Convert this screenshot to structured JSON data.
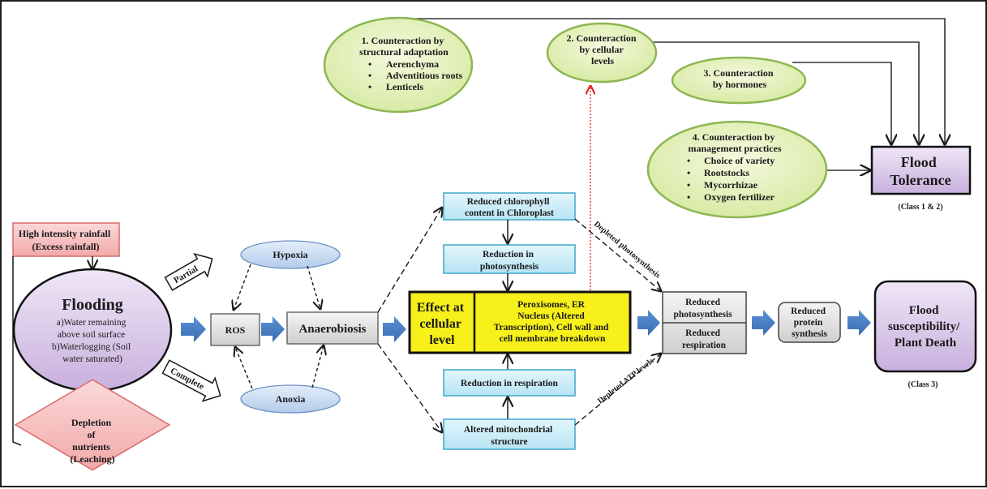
{
  "colors": {
    "green_fill": "#dfeeb0",
    "green_stroke": "#8db652",
    "purple_fill": "#e2d4ee",
    "purple_fill_end": "#c9b2de",
    "pink_fill": "#f6c1c1",
    "pink_stroke": "#d86a6a",
    "light_blue_fill": "#c9ecf7",
    "light_blue_stroke": "#3fa6c8",
    "gray_fill": "#e4e4e4",
    "yellow_fill": "#f7f01a",
    "blue_arrow": "#4a7fc2",
    "oval_blue_fill": "#c8daf0",
    "oval_blue_stroke": "#6b92c4",
    "red_dotted": "#e02020"
  },
  "counteractions": {
    "structural": {
      "title_lines": [
        "1. Counteraction by",
        "structural adaptation"
      ],
      "bullets": [
        "Aerenchyma",
        "Adventitious roots",
        "Lenticels"
      ]
    },
    "cellular": {
      "title_lines": [
        "2. Counteraction",
        "by cellular",
        "levels"
      ]
    },
    "hormones": {
      "title_lines": [
        "3. Counteraction",
        "by hormones"
      ]
    },
    "management": {
      "title_lines": [
        "4. Counteraction by",
        "management practices"
      ],
      "bullets": [
        "Choice of variety",
        "Rootstocks",
        "Mycorrhizae",
        "Oxygen fertilizer"
      ]
    }
  },
  "flood_tolerance": {
    "lines": [
      "Flood",
      "Tolerance"
    ],
    "class_label": "(Class 1 & 2)"
  },
  "causes": {
    "rainfall": [
      "High intensity rainfall",
      "(Excess rainfall)"
    ],
    "depletion": [
      "Depletion",
      "of",
      "nutrients",
      "(Leaching)"
    ]
  },
  "flooding": {
    "title": "Flooding",
    "lines": [
      "a)Water remaining",
      "above soil surface",
      "b)Waterlogging (Soil",
      "water saturated)"
    ]
  },
  "flood_types": {
    "partial": "Partial",
    "complete": "Complete"
  },
  "oxygen_states": {
    "hypoxia": "Hypoxia",
    "anoxia": "Anoxia"
  },
  "ros": "ROS",
  "anaerobiosis": "Anaerobiosis",
  "cellular_effects": {
    "chlorophyll": [
      "Reduced chlorophyll",
      "content in Chloroplast"
    ],
    "photosynthesis": [
      "Reduction in",
      "photosynthesis"
    ],
    "respiration": [
      "Reduction in respiration"
    ],
    "mitochondrial": [
      "Altered mitochondrial",
      "structure"
    ],
    "effect_label": [
      "Effect at",
      "cellular",
      "level"
    ],
    "effect_detail": [
      "Peroxisomes, ER",
      "Nucleus (Altered",
      "Transcription), Cell wall and",
      "cell membrane breakdown"
    ]
  },
  "edge_labels": {
    "depleted_photosynthesis": "Depleted photosynthesis",
    "depleted_atp": "Depleted ATP levels"
  },
  "outcomes": {
    "reduced_photosynthesis": [
      "Reduced",
      "photosynthesis"
    ],
    "reduced_respiration": [
      "Reduced",
      "respiration"
    ],
    "reduced_protein": [
      "Reduced",
      "protein",
      "synthesis"
    ],
    "susceptibility": [
      "Flood",
      "susceptibility/",
      "Plant Death"
    ],
    "susceptibility_class": "(Class 3)"
  }
}
